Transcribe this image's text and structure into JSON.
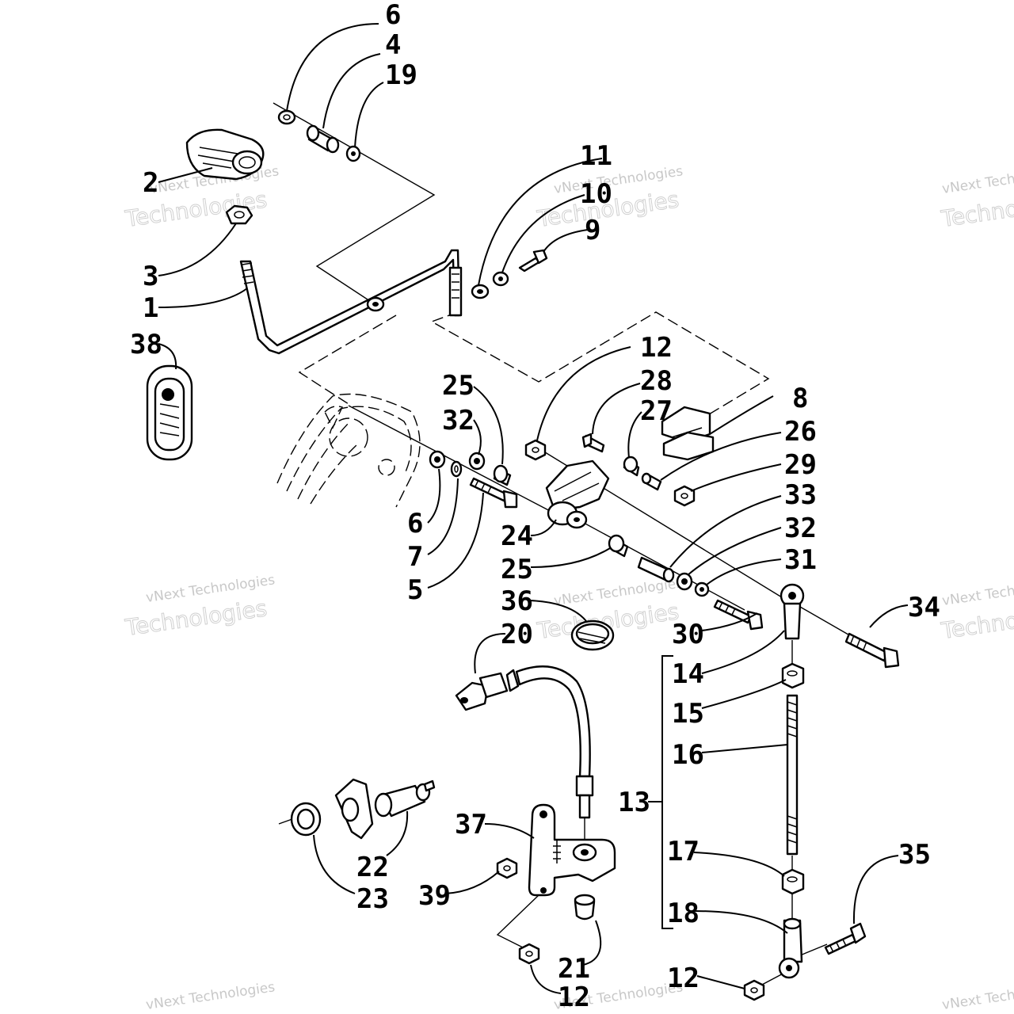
{
  "watermark": {
    "line1": "vNext Technologies",
    "line2": "Technologies"
  },
  "callouts": [
    {
      "id": "c6a",
      "label": "6"
    },
    {
      "id": "c4",
      "label": "4"
    },
    {
      "id": "c19",
      "label": "19"
    },
    {
      "id": "c2",
      "label": "2"
    },
    {
      "id": "c3",
      "label": "3"
    },
    {
      "id": "c1",
      "label": "1"
    },
    {
      "id": "c38",
      "label": "38"
    },
    {
      "id": "c11",
      "label": "11"
    },
    {
      "id": "c10",
      "label": "10"
    },
    {
      "id": "c9",
      "label": "9"
    },
    {
      "id": "c12a",
      "label": "12"
    },
    {
      "id": "c28",
      "label": "28"
    },
    {
      "id": "c27",
      "label": "27"
    },
    {
      "id": "c8",
      "label": "8"
    },
    {
      "id": "c26",
      "label": "26"
    },
    {
      "id": "c29",
      "label": "29"
    },
    {
      "id": "c33",
      "label": "33"
    },
    {
      "id": "c32b",
      "label": "32"
    },
    {
      "id": "c31",
      "label": "31"
    },
    {
      "id": "c25a",
      "label": "25"
    },
    {
      "id": "c32a",
      "label": "32"
    },
    {
      "id": "c6b",
      "label": "6"
    },
    {
      "id": "c7",
      "label": "7"
    },
    {
      "id": "c5",
      "label": "5"
    },
    {
      "id": "c24",
      "label": "24"
    },
    {
      "id": "c25b",
      "label": "25"
    },
    {
      "id": "c36",
      "label": "36"
    },
    {
      "id": "c20",
      "label": "20"
    },
    {
      "id": "c34",
      "label": "34"
    },
    {
      "id": "c30",
      "label": "30"
    },
    {
      "id": "c14",
      "label": "14"
    },
    {
      "id": "c15",
      "label": "15"
    },
    {
      "id": "c16",
      "label": "16"
    },
    {
      "id": "c13",
      "label": "13"
    },
    {
      "id": "c17",
      "label": "17"
    },
    {
      "id": "c18",
      "label": "18"
    },
    {
      "id": "c35",
      "label": "35"
    },
    {
      "id": "c37",
      "label": "37"
    },
    {
      "id": "c22",
      "label": "22"
    },
    {
      "id": "c23",
      "label": "23"
    },
    {
      "id": "c39",
      "label": "39"
    },
    {
      "id": "c21",
      "label": "21"
    },
    {
      "id": "c12b",
      "label": "12"
    },
    {
      "id": "c12c",
      "label": "12"
    }
  ]
}
